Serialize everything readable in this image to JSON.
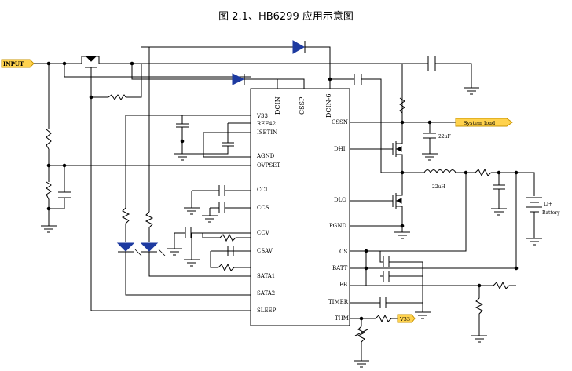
{
  "caption": "图 2.1、HB6299 应用示意图",
  "input_label": "INPUT",
  "system_load_label": "System load",
  "chip": {
    "top_pins": [
      "DCIN",
      "CSSP",
      "DCIN-6"
    ],
    "left_pins": [
      "V33",
      "REF42",
      "ISETIN",
      "AGND",
      "OVPSET",
      "CCI",
      "CCS",
      "CCV",
      "CSAV",
      "SATA1",
      "SATA2",
      "SLEEP"
    ],
    "right_pins": [
      "CSSN",
      "DHI",
      "DLO",
      "PGND",
      "CS",
      "BATT",
      "FB",
      "TIMER",
      "THM"
    ]
  },
  "component_labels": {
    "cap_22uf": "22uF",
    "inductor_22uh": "22uH",
    "battery": [
      "Li+",
      "Battery"
    ],
    "v33_tag": "V33"
  }
}
